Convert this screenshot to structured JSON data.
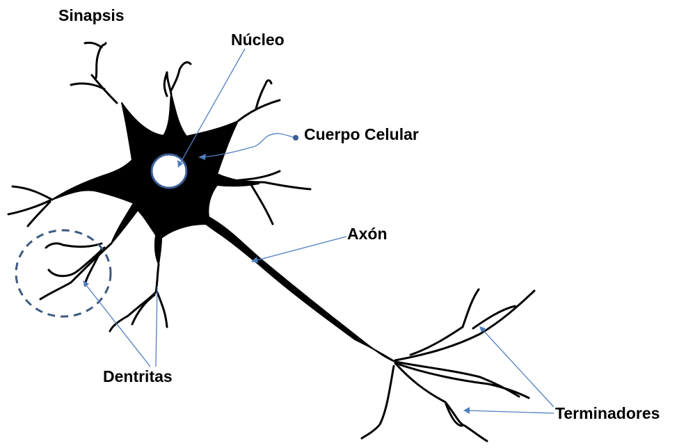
{
  "labels": {
    "sinapsis": "Sinapsis",
    "nucleo": "Núcleo",
    "cuerpo_celular": "Cuerpo Celular",
    "axon": "Axón",
    "dentritas": "Dentritas",
    "terminadores": "Terminadores"
  },
  "colors": {
    "neuron": "#000000",
    "pointer_line": "#4f7fbf",
    "nucleus_outline": "#3a5d96",
    "synapse_circle": "#3d5a80",
    "label_text": "#000000"
  }
}
